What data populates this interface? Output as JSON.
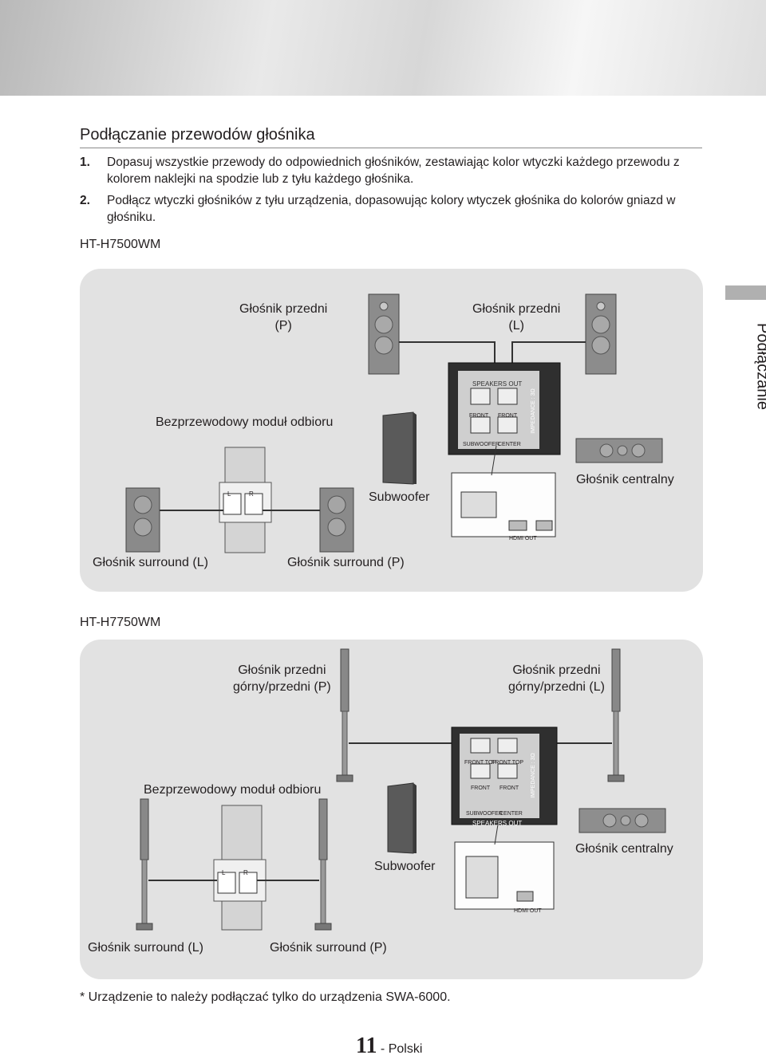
{
  "section_title": "Podłączanie przewodów głośnika",
  "steps": [
    {
      "num": "1.",
      "text": "Dopasuj wszystkie przewody do odpowiednich głośników, zestawiając kolor wtyczki każdego przewodu z kolorem naklejki na spodzie lub z tyłu każdego głośnika."
    },
    {
      "num": "2.",
      "text": "Podłącz wtyczki głośników z tyłu urządzenia, dopasowując kolory wtyczek głośnika do kolorów gniazd w głośniku."
    }
  ],
  "side_tab": "Podłączanie",
  "diagram1": {
    "model": "HT-H7500WM",
    "front_right": "Głośnik przedni\n(P)",
    "front_left": "Głośnik przedni\n(L)",
    "wireless_module": "Bezprzewodowy moduł odbioru",
    "subwoofer": "Subwoofer",
    "center": "Głośnik centralny",
    "surround_left": "Głośnik surround (L)",
    "surround_right": "Głośnik surround (P)",
    "panel_title": "SPEAKERS OUT",
    "panel_front_left": "FRONT",
    "panel_front_right": "FRONT",
    "panel_subwoofer": "SUBWOOFER",
    "panel_center": "CENTER",
    "impedance": "IMPEDANCE : 3Ω",
    "hdmi_out": "HDMI OUT",
    "module_l": "L",
    "module_r": "R"
  },
  "diagram2": {
    "model": "HT-H7750WM",
    "front_right": "Głośnik przedni\ngórny/przedni (P)",
    "front_left": "Głośnik przedni\ngórny/przedni (L)",
    "wireless_module": "Bezprzewodowy moduł odbioru",
    "subwoofer": "Subwoofer",
    "center": "Głośnik centralny",
    "surround_left": "Głośnik surround (L)",
    "surround_right": "Głośnik surround (P)",
    "panel_title": "SPEAKERS OUT",
    "panel_front_top_left": "FRONT TOP",
    "panel_front_top_right": "FRONT TOP",
    "panel_front_left": "FRONT",
    "panel_front_right": "FRONT",
    "panel_subwoofer": "SUBWOOFER",
    "panel_center": "CENTER",
    "impedance": "IMPEDANCE : 3Ω",
    "hdmi_out": "HDMI OUT",
    "module_l": "L",
    "module_r": "R"
  },
  "footnote": "* Urządzenie to należy podłączać tylko do urządzenia SWA-6000.",
  "page_number": "11",
  "page_language": "- Polski"
}
